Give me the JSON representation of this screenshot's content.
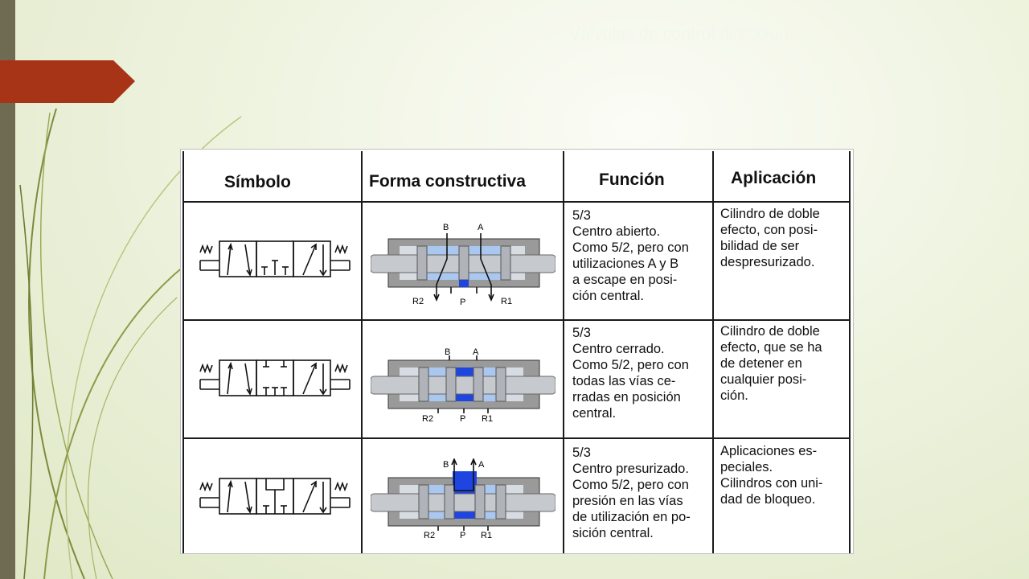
{
  "slide": {
    "title": "Válvulas de control direccional"
  },
  "table": {
    "headers": [
      "Símbolo",
      "Forma constructiva",
      "Función",
      "Aplicación"
    ],
    "rows": [
      {
        "funcion": "5/3\nCentro abierto.\nComo 5/2, pero con\nutilizaciones A y B\na escape en posi-\nción central.",
        "aplicacion": "Cilindro de doble\nefecto, con posi-\nbilidad de ser\ndespresurizado.",
        "ports": {
          "b": "B",
          "a": "A",
          "r2": "R2",
          "p": "P",
          "r1": "R1"
        }
      },
      {
        "funcion": "5/3\nCentro cerrado.\nComo 5/2, pero con\ntodas las vías ce-\nrradas en posición\ncentral.",
        "aplicacion": "Cilindro de doble\nefecto, que se ha\nde detener en\ncualquier posi-\nción.",
        "ports": {
          "b": "B",
          "a": "A",
          "r2": "R2",
          "p": "P",
          "r1": "R1"
        }
      },
      {
        "funcion": "5/3\nCentro presurizado.\nComo 5/2, pero con\npresión en las vías\nde utilización en po-\nsición central.",
        "aplicacion": "Aplicaciones es-\npeciales.\nCilindros con uni-\ndad de bloqueo.",
        "ports": {
          "b": "B",
          "a": "A",
          "r2": "R2",
          "p": "P",
          "r1": "R1"
        }
      }
    ]
  },
  "colors": {
    "left_bar": "#6f6a52",
    "accent_tab": "#a83418",
    "valve_body": "#9a9a9a",
    "chamber_light": "#a9c7ef",
    "chamber_dark": "#1f45e0"
  }
}
